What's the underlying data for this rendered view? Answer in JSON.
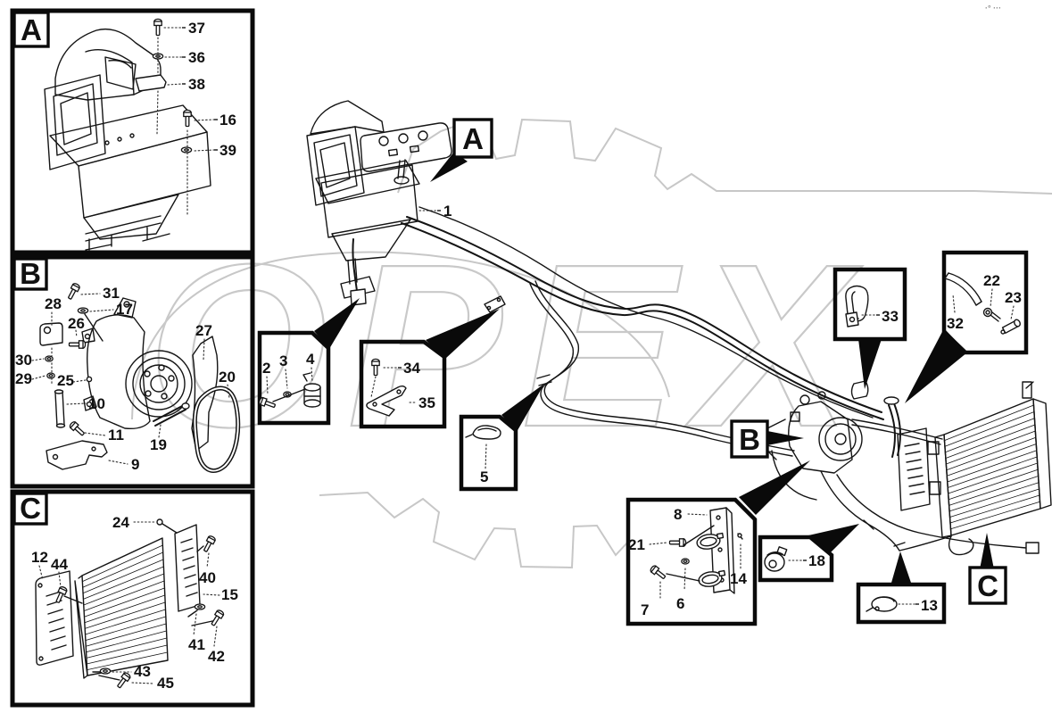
{
  "watermark": {
    "text": "OPEX",
    "corner_marks": "·° ···"
  },
  "inset_labels": {
    "a": "A",
    "b": "B",
    "c": "C"
  },
  "ref_labels": {
    "a": "A",
    "b": "B",
    "c": "C"
  },
  "callouts": {
    "c1": "1",
    "c2": "2",
    "c3": "3",
    "c4": "4",
    "c5": "5",
    "c6": "6",
    "c7": "7",
    "c8": "8",
    "c9": "9",
    "c10": "10",
    "c11": "11",
    "c12": "12",
    "c13": "13",
    "c14": "14",
    "c15": "15",
    "c16": "16",
    "c17": "17",
    "c18": "18",
    "c19": "19",
    "c20": "20",
    "c21": "21",
    "c22": "22",
    "c23": "23",
    "c24": "24",
    "c25": "25",
    "c26": "26",
    "c27": "27",
    "c28": "28",
    "c29": "29",
    "c30": "30",
    "c31": "31",
    "c32": "32",
    "c33": "33",
    "c34": "34",
    "c35": "35",
    "c36": "36",
    "c37": "37",
    "c38": "38",
    "c39": "39",
    "c40": "40",
    "c41": "41",
    "c42": "42",
    "c43": "43",
    "c44": "44",
    "c45": "45"
  }
}
